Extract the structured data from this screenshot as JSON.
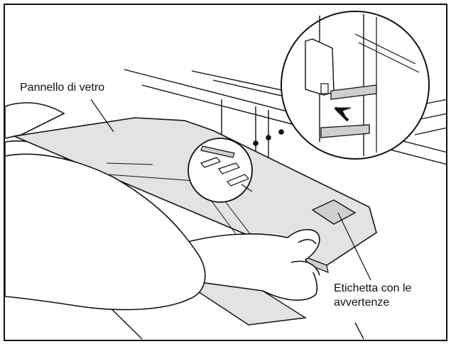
{
  "callouts": {
    "glass_panel": "Pannello di vetro",
    "warning_label_line1": "Etichetta con le",
    "warning_label_line2": "avvertenze"
  },
  "colors": {
    "line": "#111111",
    "panel_fill": "#e3e3e3",
    "label_fill": "#cfcfcf",
    "background": "#ffffff"
  }
}
